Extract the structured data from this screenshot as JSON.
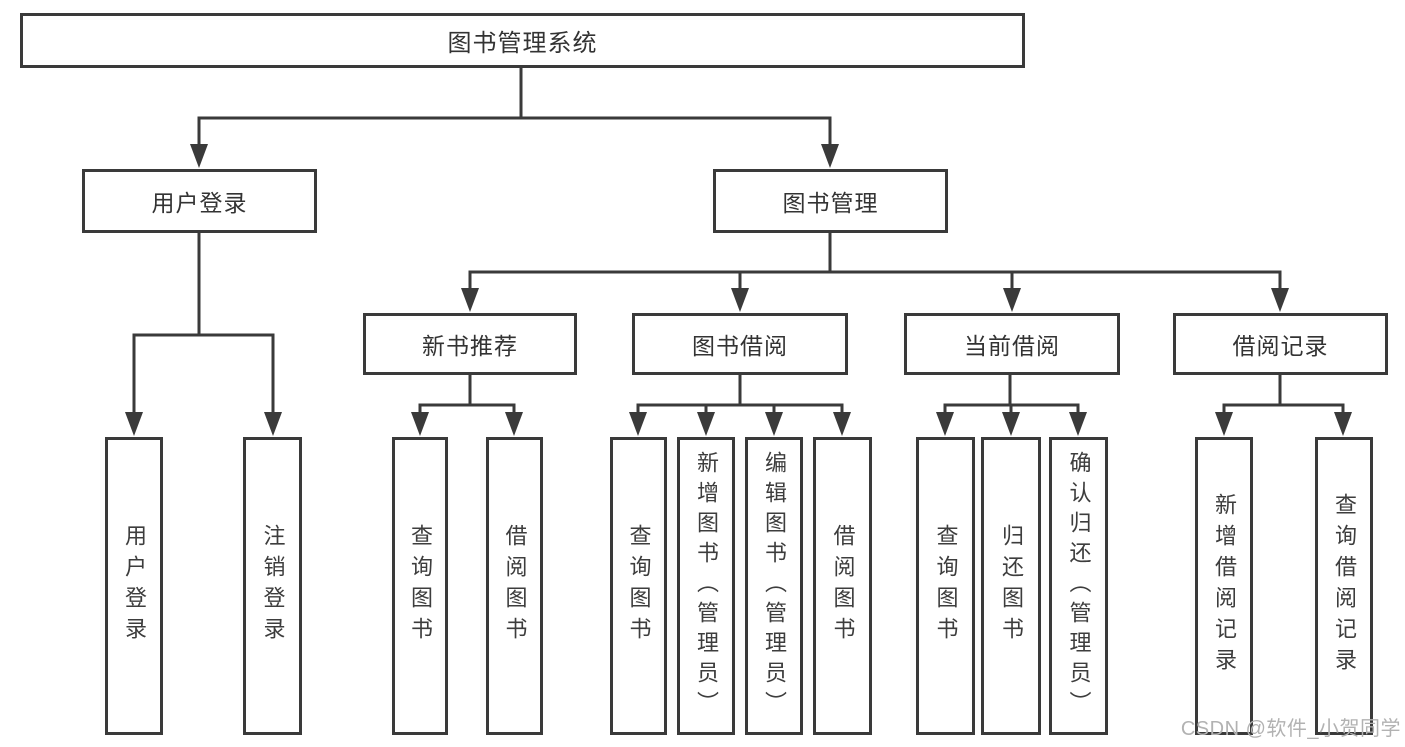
{
  "diagram": {
    "root": {
      "label": "图书管理系统"
    },
    "level2": [
      {
        "label": "用户登录"
      },
      {
        "label": "图书管理"
      }
    ],
    "level3": [
      {
        "label": "新书推荐"
      },
      {
        "label": "图书借阅"
      },
      {
        "label": "当前借阅"
      },
      {
        "label": "借阅记录"
      }
    ],
    "leaves": {
      "user_login": [
        {
          "label": "用户登录"
        },
        {
          "label": "注销登录"
        }
      ],
      "new_books": [
        {
          "label": "查询图书"
        },
        {
          "label": "借阅图书"
        }
      ],
      "book_borrow": [
        {
          "label": "查询图书"
        },
        {
          "label": "新增图书（管理员）"
        },
        {
          "label": "编辑图书（管理员）"
        },
        {
          "label": "借阅图书"
        }
      ],
      "current_borrow": [
        {
          "label": "查询图书"
        },
        {
          "label": "归还图书"
        },
        {
          "label": "确认归还（管理员）"
        }
      ],
      "borrow_records": [
        {
          "label": "新增借阅记录"
        },
        {
          "label": "查询借阅记录"
        }
      ]
    }
  },
  "watermark": {
    "text": "CSDN @软件_小贺同学"
  },
  "colors": {
    "line": "#3a3a3a",
    "text": "#333333",
    "watermark": "#b2b2b2",
    "background": "#ffffff"
  }
}
